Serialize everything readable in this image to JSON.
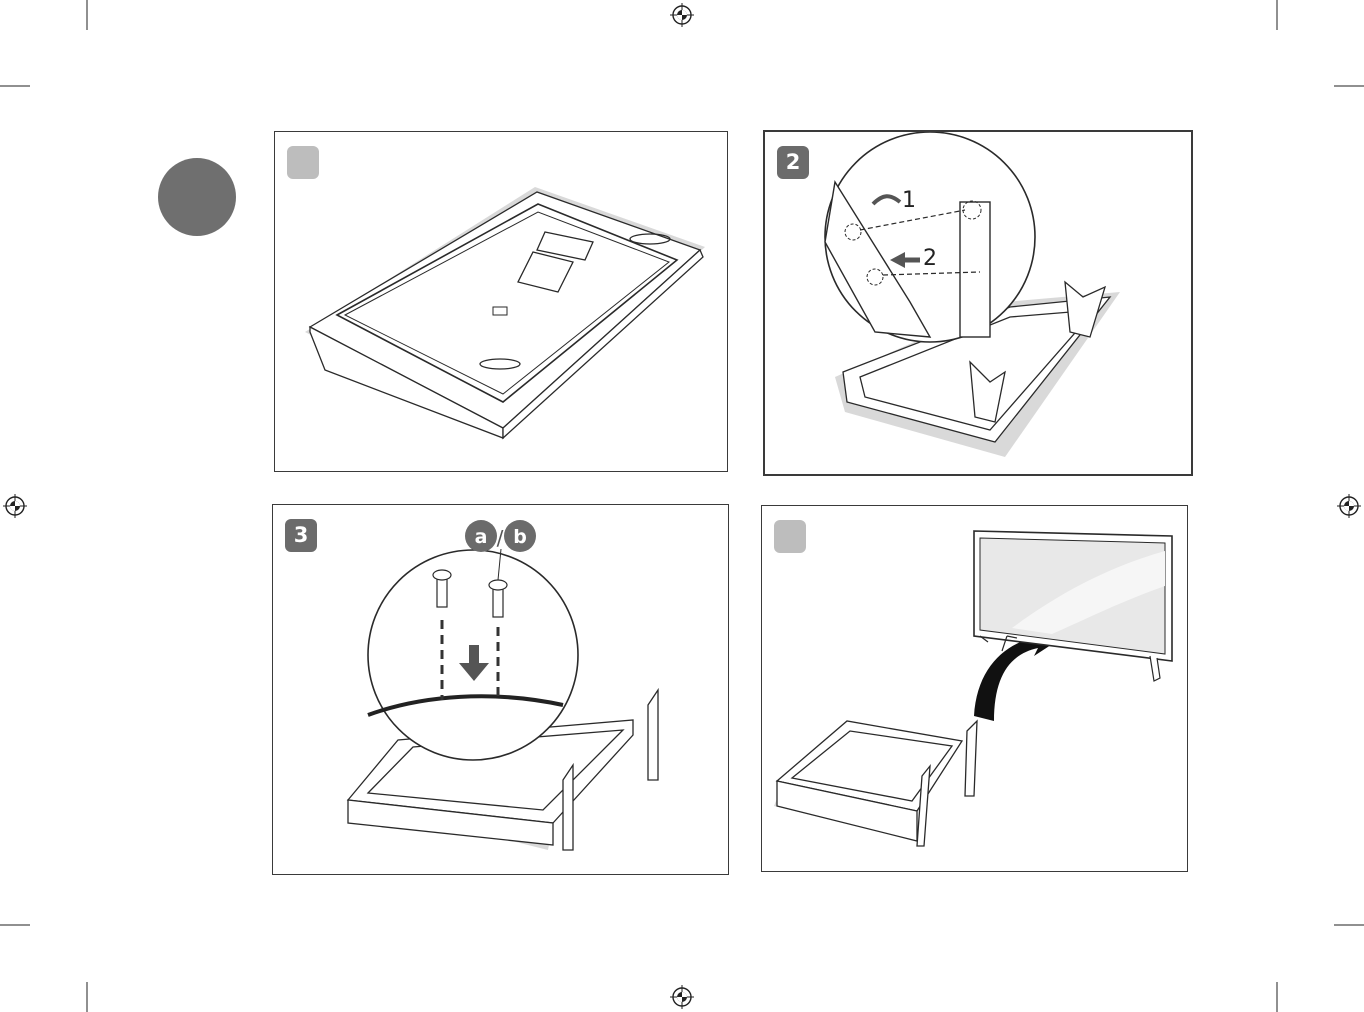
{
  "steps": [
    {
      "number": "",
      "badge_style": "light"
    },
    {
      "number": "2",
      "badge_style": "dark",
      "callouts": [
        "1",
        "2"
      ]
    },
    {
      "number": "3",
      "badge_style": "dark",
      "screw_labels": [
        "a",
        "b"
      ],
      "separator": "/"
    },
    {
      "number": "",
      "badge_style": "light"
    }
  ],
  "colors": {
    "line": "#2a2a2a",
    "shadow": "#d9d9d9",
    "badge_dark": "#6b6b6b",
    "badge_light": "#bdbdbd",
    "section_marker": "#6f6f6f"
  },
  "icons": [
    "registration-mark-icon",
    "section-marker-icon",
    "arrow-down-icon",
    "curved-arrow-icon"
  ]
}
